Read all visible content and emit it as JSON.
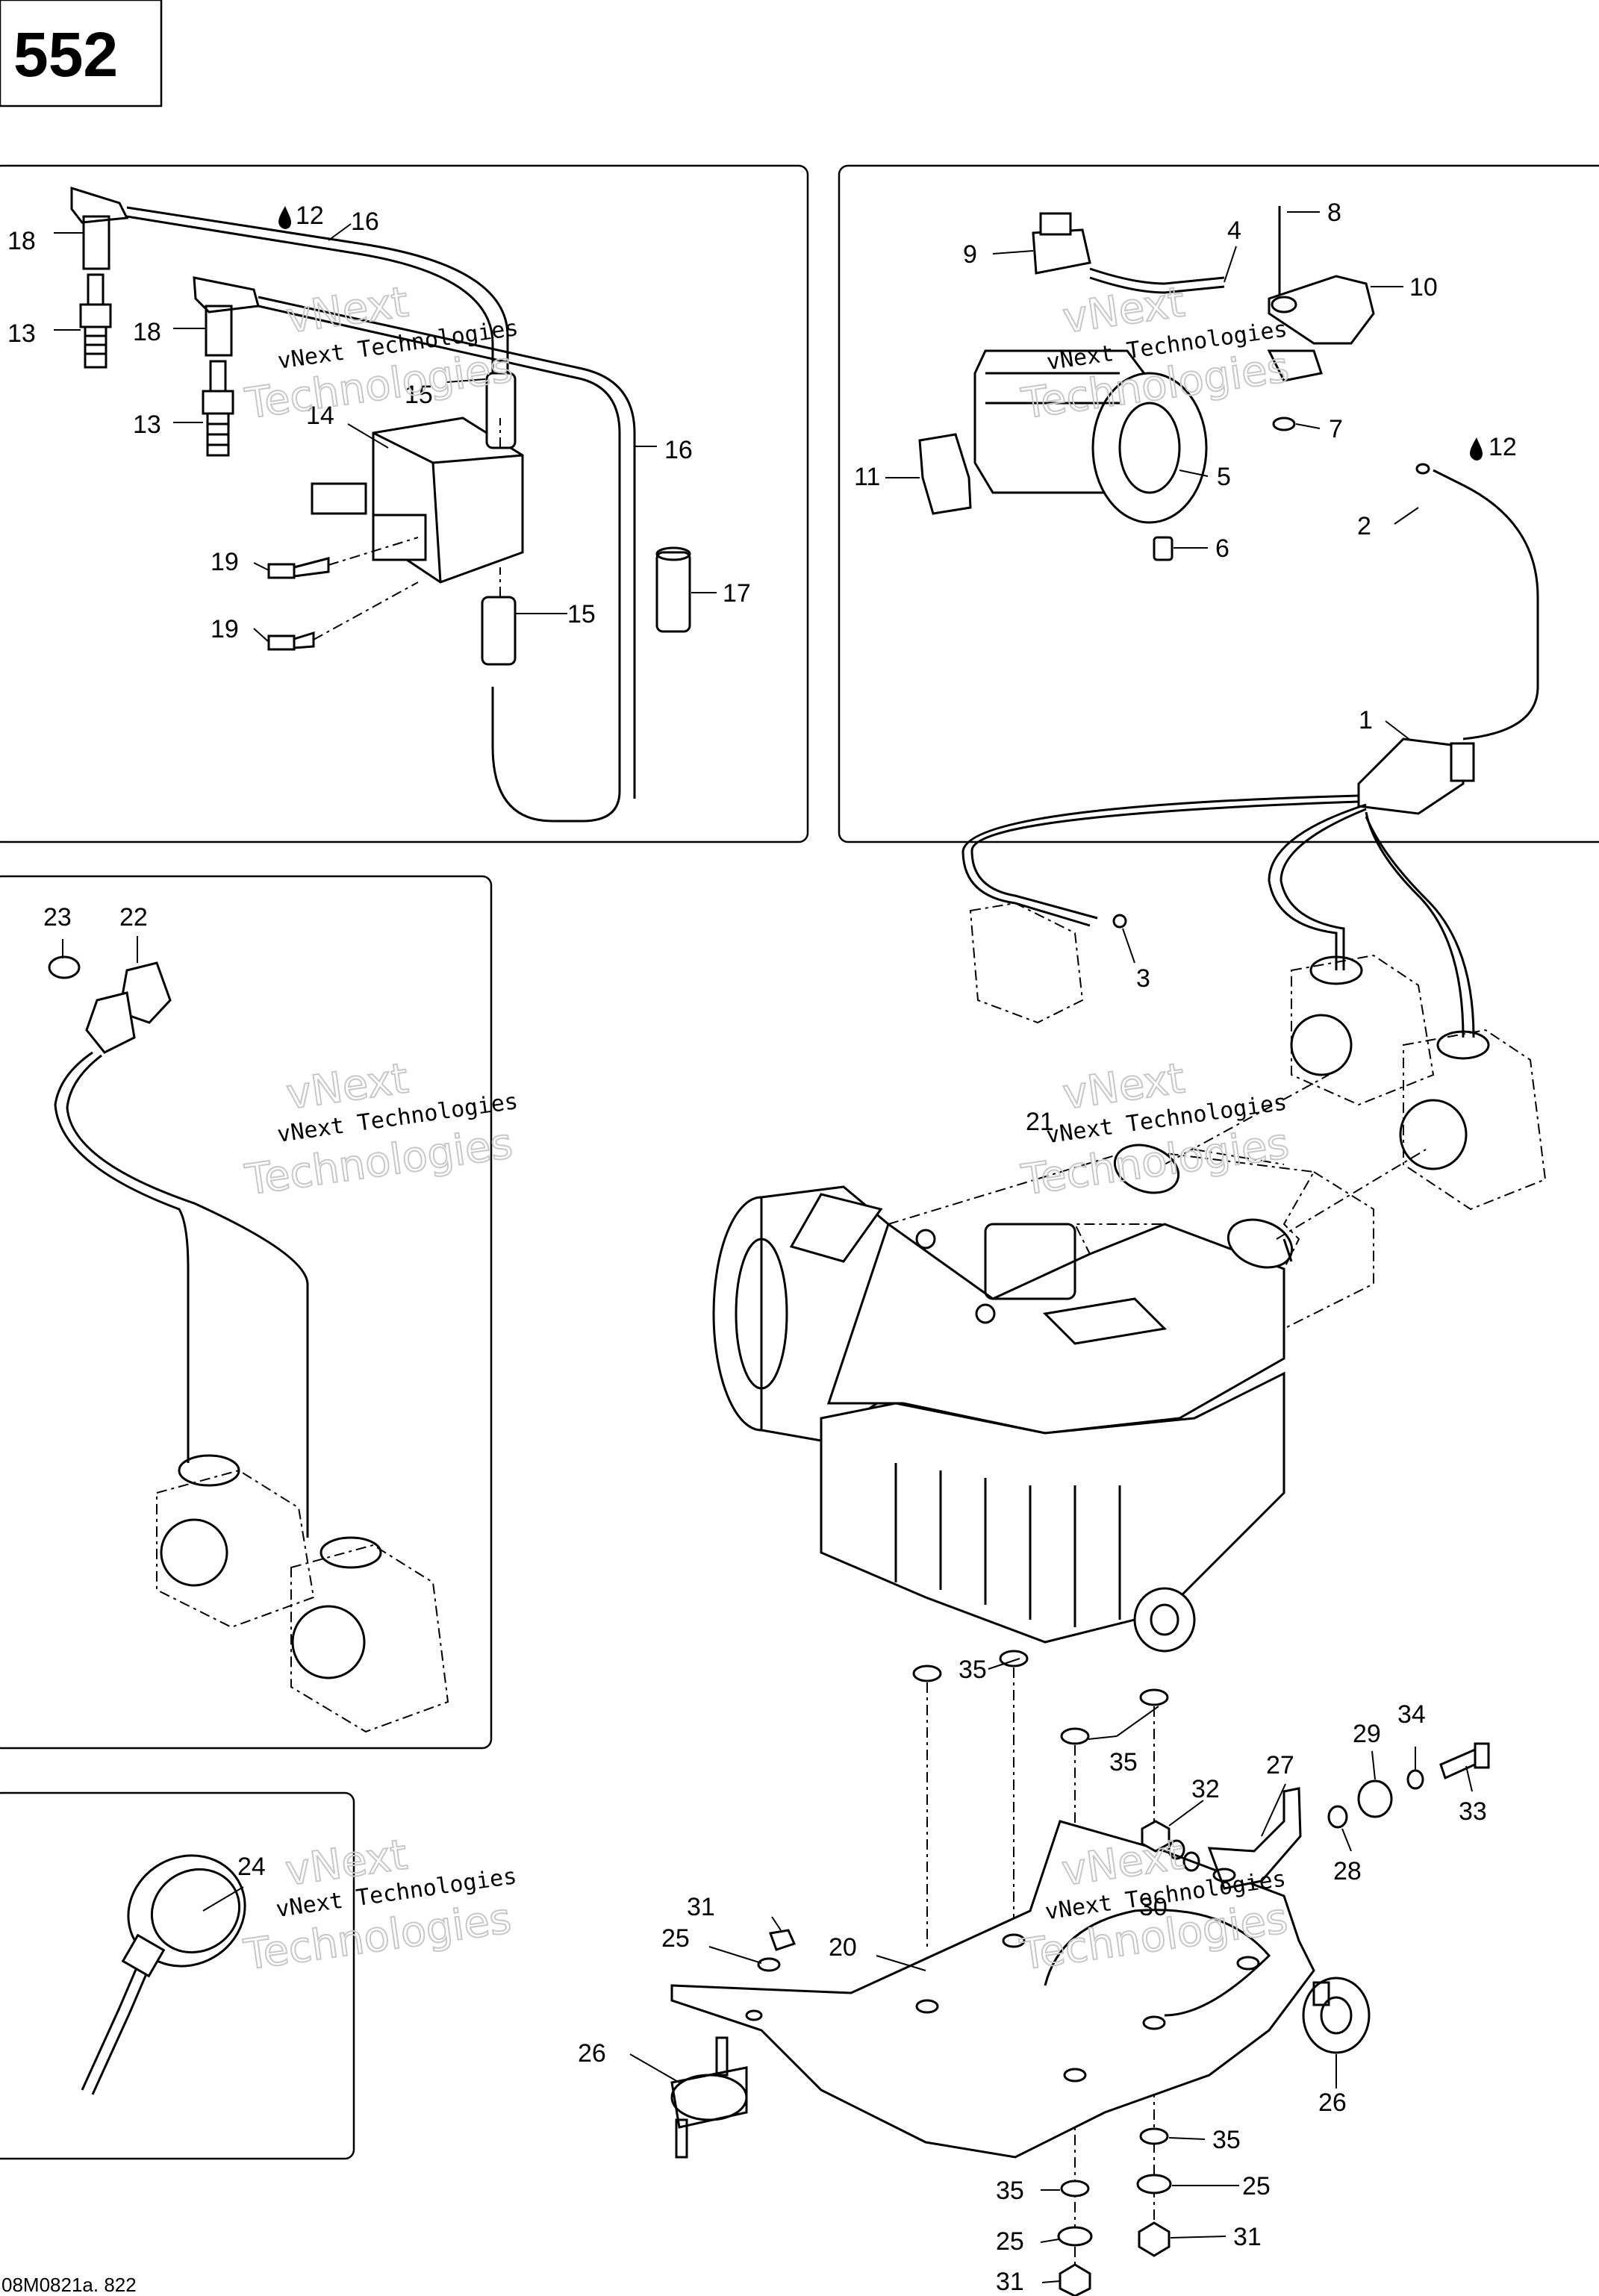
{
  "page_number": "552",
  "footer_code": "08M0821a. 822",
  "watermark": {
    "line1": "vNext Technologies",
    "line2": "vNext",
    "line3": "Technologies"
  },
  "part_labels": [
    {
      "id": "p18a",
      "text": "18"
    },
    {
      "id": "p13a",
      "text": "13"
    },
    {
      "id": "p18b",
      "text": "18"
    },
    {
      "id": "p13b",
      "text": "13"
    },
    {
      "id": "p12a",
      "text": "12"
    },
    {
      "id": "p16a",
      "text": "16"
    },
    {
      "id": "p15a",
      "text": "15"
    },
    {
      "id": "p14",
      "text": "14"
    },
    {
      "id": "p16b",
      "text": "16"
    },
    {
      "id": "p19a",
      "text": "19"
    },
    {
      "id": "p19b",
      "text": "19"
    },
    {
      "id": "p17",
      "text": "17"
    },
    {
      "id": "p15b",
      "text": "15"
    },
    {
      "id": "p9",
      "text": "9"
    },
    {
      "id": "p4",
      "text": "4"
    },
    {
      "id": "p8",
      "text": "8"
    },
    {
      "id": "p10",
      "text": "10"
    },
    {
      "id": "p11",
      "text": "11"
    },
    {
      "id": "p5",
      "text": "5"
    },
    {
      "id": "p7",
      "text": "7"
    },
    {
      "id": "p12b",
      "text": "12"
    },
    {
      "id": "p2",
      "text": "2"
    },
    {
      "id": "p6",
      "text": "6"
    },
    {
      "id": "p1",
      "text": "1"
    },
    {
      "id": "p3",
      "text": "3"
    },
    {
      "id": "p23",
      "text": "23"
    },
    {
      "id": "p22",
      "text": "22"
    },
    {
      "id": "p21",
      "text": "21"
    },
    {
      "id": "p35a",
      "text": "35"
    },
    {
      "id": "p35b",
      "text": "35"
    },
    {
      "id": "p34",
      "text": "34"
    },
    {
      "id": "p29",
      "text": "29"
    },
    {
      "id": "p27",
      "text": "27"
    },
    {
      "id": "p32",
      "text": "32"
    },
    {
      "id": "p33",
      "text": "33"
    },
    {
      "id": "p28",
      "text": "28"
    },
    {
      "id": "p24",
      "text": "24"
    },
    {
      "id": "p30",
      "text": "30"
    },
    {
      "id": "p31a",
      "text": "31"
    },
    {
      "id": "p25a",
      "text": "25"
    },
    {
      "id": "p20",
      "text": "20"
    },
    {
      "id": "p26a",
      "text": "26"
    },
    {
      "id": "p26b",
      "text": "26"
    },
    {
      "id": "p35c",
      "text": "35"
    },
    {
      "id": "p35d",
      "text": "35"
    },
    {
      "id": "p25b",
      "text": "25"
    },
    {
      "id": "p25c",
      "text": "25"
    },
    {
      "id": "p31b",
      "text": "31"
    },
    {
      "id": "p31c",
      "text": "31"
    }
  ],
  "oil_symbol": "drop-icon"
}
